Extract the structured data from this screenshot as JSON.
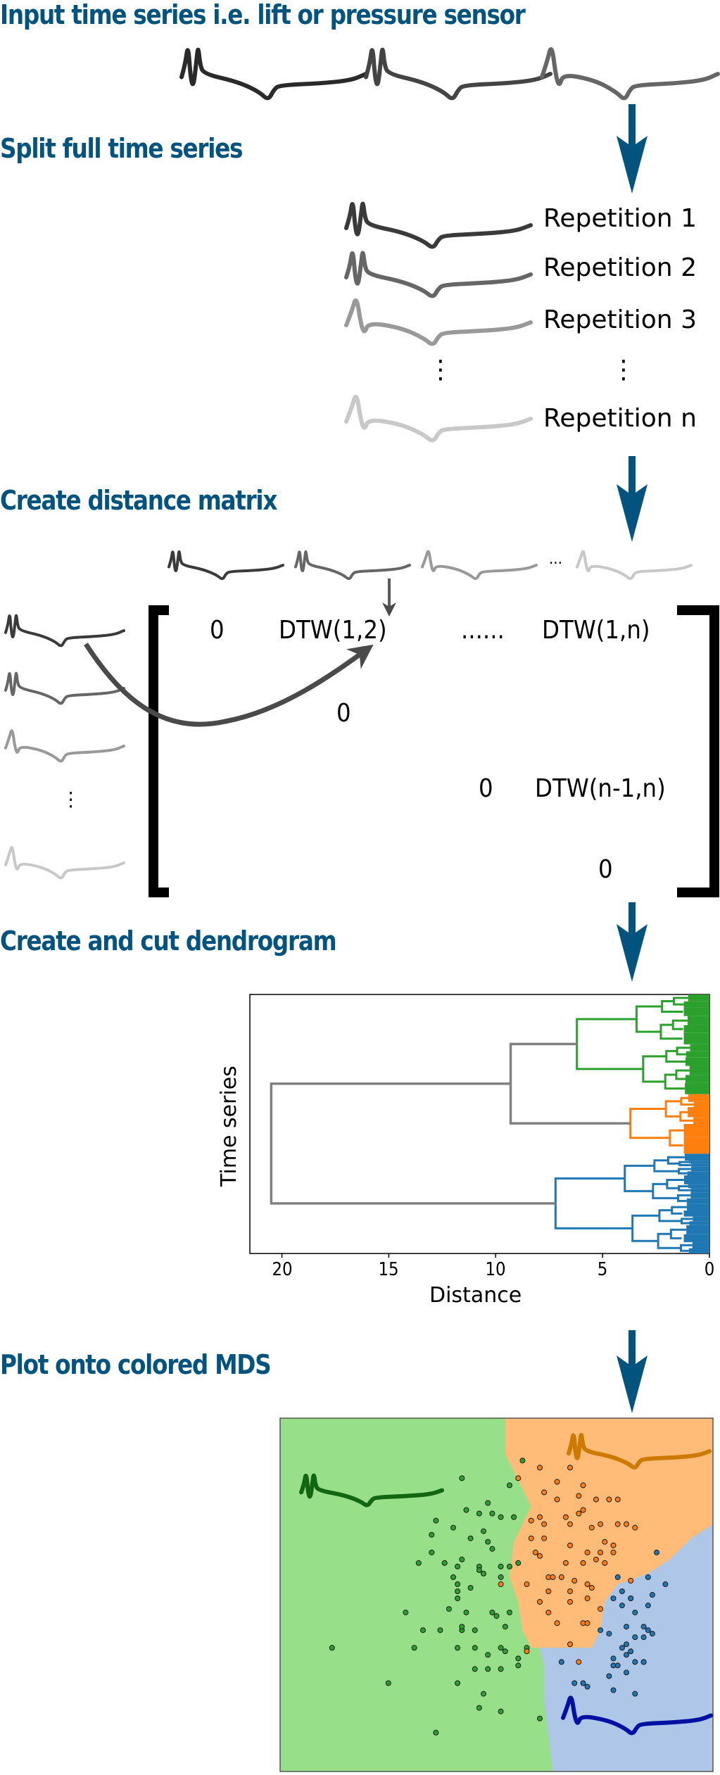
{
  "headings": {
    "input": "Input time series i.e. lift or pressure sensor",
    "split": "Split full time series",
    "distance": "Create distance matrix",
    "dendrogram": "Create and cut dendrogram",
    "mds": "Plot onto colored MDS"
  },
  "repetitions": {
    "labels": [
      "Repetition 1",
      "Repetition 2",
      "Repetition 3",
      "Repetition n"
    ],
    "ellipsis": "⋮"
  },
  "matrix": {
    "row1": [
      "0",
      "DTW(1,2)",
      "......",
      "DTW(1,n)"
    ],
    "row2": [
      "0"
    ],
    "row3": [
      "0",
      "DTW(n-1,n)"
    ],
    "row4": [
      "0"
    ],
    "top_ellipsis": "...",
    "side_ellipsis": "⋮"
  },
  "colors": {
    "heading": "#02547f",
    "arrow": "#02547f",
    "cluster_green": "#2ca02c",
    "cluster_orange": "#ff7f0e",
    "cluster_blue": "#1f77b4",
    "link_gray": "#808080",
    "region_green": "#98df8a",
    "region_orange": "#ffbb78",
    "region_blue": "#aec7e8",
    "signal_green": "#126612",
    "signal_orange": "#cc7a00",
    "signal_blue": "#0010a0"
  },
  "chart_data": [
    {
      "type": "dendrogram",
      "title": "",
      "xlabel": "Distance",
      "ylabel": "Time series",
      "xlim": [
        21.5,
        0
      ],
      "xticks": [
        "20",
        "15",
        "10",
        "5",
        "0"
      ],
      "xtick_values": [
        20,
        15,
        10,
        5,
        0
      ],
      "clusters": [
        {
          "name": "green",
          "color": "#2ca02c",
          "merge_height": 6.2,
          "leaf_fraction": 0.385
        },
        {
          "name": "orange",
          "color": "#ff7f0e",
          "merge_height": 3.7,
          "leaf_fraction": 0.23
        },
        {
          "name": "blue",
          "color": "#1f77b4",
          "merge_height": 7.2,
          "leaf_fraction": 0.385
        }
      ],
      "links": [
        {
          "join": [
            "green",
            "orange"
          ],
          "height": 9.3
        },
        {
          "join": [
            "green+orange",
            "blue"
          ],
          "height": 20.5
        }
      ],
      "cut_clusters": 3
    },
    {
      "type": "scatter",
      "title": "MDS projection colored by cluster",
      "xlabel": "",
      "ylabel": "",
      "xlim": [
        0,
        100
      ],
      "ylim": [
        0,
        100
      ],
      "grid": false,
      "series": [
        {
          "name": "green",
          "color": "#2ca02c",
          "points": [
            [
              42,
              83
            ],
            [
              53,
              81
            ],
            [
              48,
              76
            ],
            [
              43,
              74
            ],
            [
              46,
              73
            ],
            [
              49,
              73
            ],
            [
              51,
              72
            ],
            [
              54,
              72
            ],
            [
              36,
              71
            ],
            [
              40,
              69
            ],
            [
              47,
              68
            ],
            [
              35,
              67
            ],
            [
              44,
              66
            ],
            [
              48,
              65
            ],
            [
              49,
              63
            ],
            [
              35,
              62
            ],
            [
              32,
              59
            ],
            [
              38,
              59
            ],
            [
              42,
              60
            ],
            [
              51,
              58
            ],
            [
              53,
              58
            ],
            [
              55,
              59
            ],
            [
              41,
              58
            ],
            [
              46,
              58
            ],
            [
              46,
              57
            ],
            [
              47,
              56
            ],
            [
              40,
              55
            ],
            [
              41,
              53
            ],
            [
              41,
              51
            ],
            [
              41,
              49
            ],
            [
              44,
              52
            ],
            [
              51,
              55
            ],
            [
              39,
              46
            ],
            [
              43,
              45
            ],
            [
              49,
              45
            ],
            [
              50,
              44
            ],
            [
              53,
              45
            ],
            [
              29,
              45
            ],
            [
              33,
              40
            ],
            [
              37,
              40
            ],
            [
              42,
              40
            ],
            [
              42,
              41
            ],
            [
              45,
              40
            ],
            [
              52,
              41
            ],
            [
              12,
              35
            ],
            [
              31,
              35
            ],
            [
              41,
              35
            ],
            [
              45,
              35
            ],
            [
              48,
              33
            ],
            [
              51,
              35
            ],
            [
              52,
              34
            ],
            [
              55,
              32
            ],
            [
              45,
              29
            ],
            [
              48,
              29
            ],
            [
              51,
              29
            ],
            [
              55,
              30
            ],
            [
              41,
              25
            ],
            [
              47,
              22
            ],
            [
              25,
              25
            ],
            [
              46,
              18
            ],
            [
              51,
              17
            ],
            [
              60,
              15
            ],
            [
              36,
              11
            ],
            [
              57,
              35
            ],
            [
              56,
              88
            ]
          ]
        },
        {
          "name": "orange",
          "color": "#ff7f0e",
          "points": [
            [
              60,
              86
            ],
            [
              67,
              86
            ],
            [
              55,
              83
            ],
            [
              64,
              82
            ],
            [
              70,
              81
            ],
            [
              61,
              79
            ],
            [
              64,
              77
            ],
            [
              69,
              78
            ],
            [
              73,
              77
            ],
            [
              76,
              77
            ],
            [
              78,
              77
            ],
            [
              60,
              72
            ],
            [
              66,
              72
            ],
            [
              69,
              73
            ],
            [
              70,
              74
            ],
            [
              58,
              71
            ],
            [
              61,
              70
            ],
            [
              67,
              70
            ],
            [
              72,
              69
            ],
            [
              74,
              70
            ],
            [
              78,
              70
            ],
            [
              80,
              70
            ],
            [
              82,
              69
            ],
            [
              58,
              66
            ],
            [
              61,
              66
            ],
            [
              67,
              64
            ],
            [
              71,
              62
            ],
            [
              74,
              62
            ],
            [
              77,
              62
            ],
            [
              75,
              65
            ],
            [
              77,
              64
            ],
            [
              59,
              62
            ],
            [
              60,
              61
            ],
            [
              66,
              59
            ],
            [
              70,
              59
            ],
            [
              73,
              60
            ],
            [
              75,
              59
            ],
            [
              62,
              55
            ],
            [
              63,
              55
            ],
            [
              65,
              55
            ],
            [
              68,
              54
            ],
            [
              71,
              53
            ],
            [
              72,
              52
            ],
            [
              57,
              53
            ],
            [
              62,
              51
            ],
            [
              67,
              51
            ],
            [
              71,
              49
            ],
            [
              60,
              48
            ],
            [
              67,
              48
            ],
            [
              74,
              46
            ],
            [
              62,
              45
            ],
            [
              64,
              42
            ],
            [
              70,
              42
            ],
            [
              71,
              42
            ],
            [
              81,
              54
            ],
            [
              81,
              49
            ],
            [
              57,
              34
            ],
            [
              67,
              36
            ],
            [
              69,
              31
            ],
            [
              51,
              53
            ]
          ]
        },
        {
          "name": "blue",
          "color": "#1f77b4",
          "points": [
            [
              87,
              62
            ],
            [
              78,
              55
            ],
            [
              85,
              55
            ],
            [
              89,
              53
            ],
            [
              79,
              51
            ],
            [
              77,
              49
            ],
            [
              81,
              49
            ],
            [
              86,
              50
            ],
            [
              79,
              47
            ],
            [
              85,
              47
            ],
            [
              82,
              45
            ],
            [
              74,
              40
            ],
            [
              76,
              39
            ],
            [
              80,
              41
            ],
            [
              84,
              41
            ],
            [
              85,
              40
            ],
            [
              82,
              38
            ],
            [
              84,
              38
            ],
            [
              86,
              39
            ],
            [
              79,
              35
            ],
            [
              80,
              36
            ],
            [
              81,
              34
            ],
            [
              77,
              32
            ],
            [
              80,
              33
            ],
            [
              82,
              31
            ],
            [
              84,
              31
            ],
            [
              65,
              31
            ],
            [
              77,
              30
            ],
            [
              78,
              30
            ],
            [
              76,
              27
            ],
            [
              80,
              28
            ],
            [
              68,
              25
            ],
            [
              70,
              25
            ],
            [
              71,
              24
            ],
            [
              77,
              23
            ],
            [
              82,
              22
            ],
            [
              84,
              31
            ]
          ]
        }
      ],
      "regions": [
        "green (left)",
        "orange (top-right)",
        "blue (bottom-right)"
      ]
    }
  ]
}
